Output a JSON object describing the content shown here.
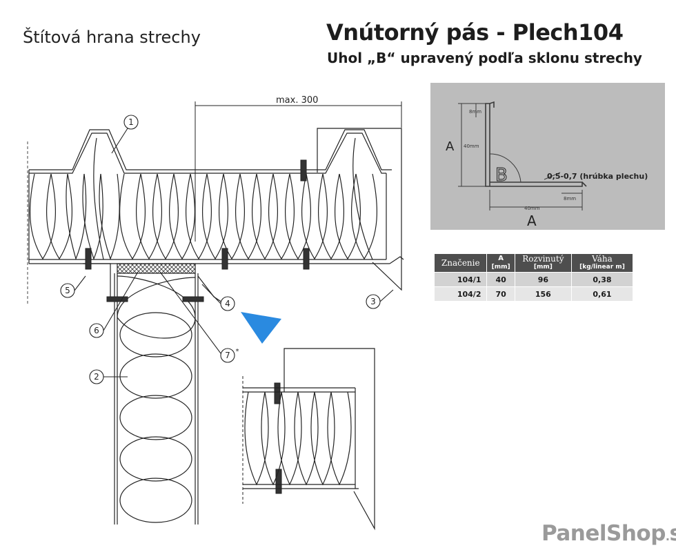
{
  "titles": {
    "left_title": "Štítová hrana strechy",
    "main_title": "Vnútorný pás - Plech104",
    "sub_title": "Uhol „B“ upravený podľa sklonu strechy"
  },
  "drawing": {
    "dimension_label": "max. 300",
    "callouts": [
      "1",
      "2",
      "3",
      "4",
      "5",
      "6",
      "7"
    ],
    "callout_7_mark": "*"
  },
  "profile": {
    "label_a_vertical": "A",
    "label_a_horizontal": "A",
    "label_b": "B",
    "dim_top": "8mm",
    "dim_vertical": "40mm",
    "dim_horizontal": "40mm",
    "dim_bottom": "8mm",
    "thickness_label": "0,5-0,7 (hrúbka plechu)"
  },
  "spec_table": {
    "headers": [
      {
        "label": "Značenie",
        "unit": ""
      },
      {
        "label": "A",
        "unit": "[mm]"
      },
      {
        "label": "Rozvinutý",
        "unit": "[mm]"
      },
      {
        "label": "Váha",
        "unit": "[kg/linear m]"
      }
    ],
    "rows": [
      [
        "104/1",
        "40",
        "96",
        "0,38"
      ],
      [
        "104/2",
        "70",
        "156",
        "0,61"
      ]
    ]
  },
  "logo": {
    "name": "PanelShop",
    "tld": "sk",
    "dot": "."
  },
  "colors": {
    "arrow": "#2a8ae0",
    "table_header": "#4e4e4e",
    "logo": "#9a9a9a",
    "profile_bg": "#bcbcbc"
  }
}
